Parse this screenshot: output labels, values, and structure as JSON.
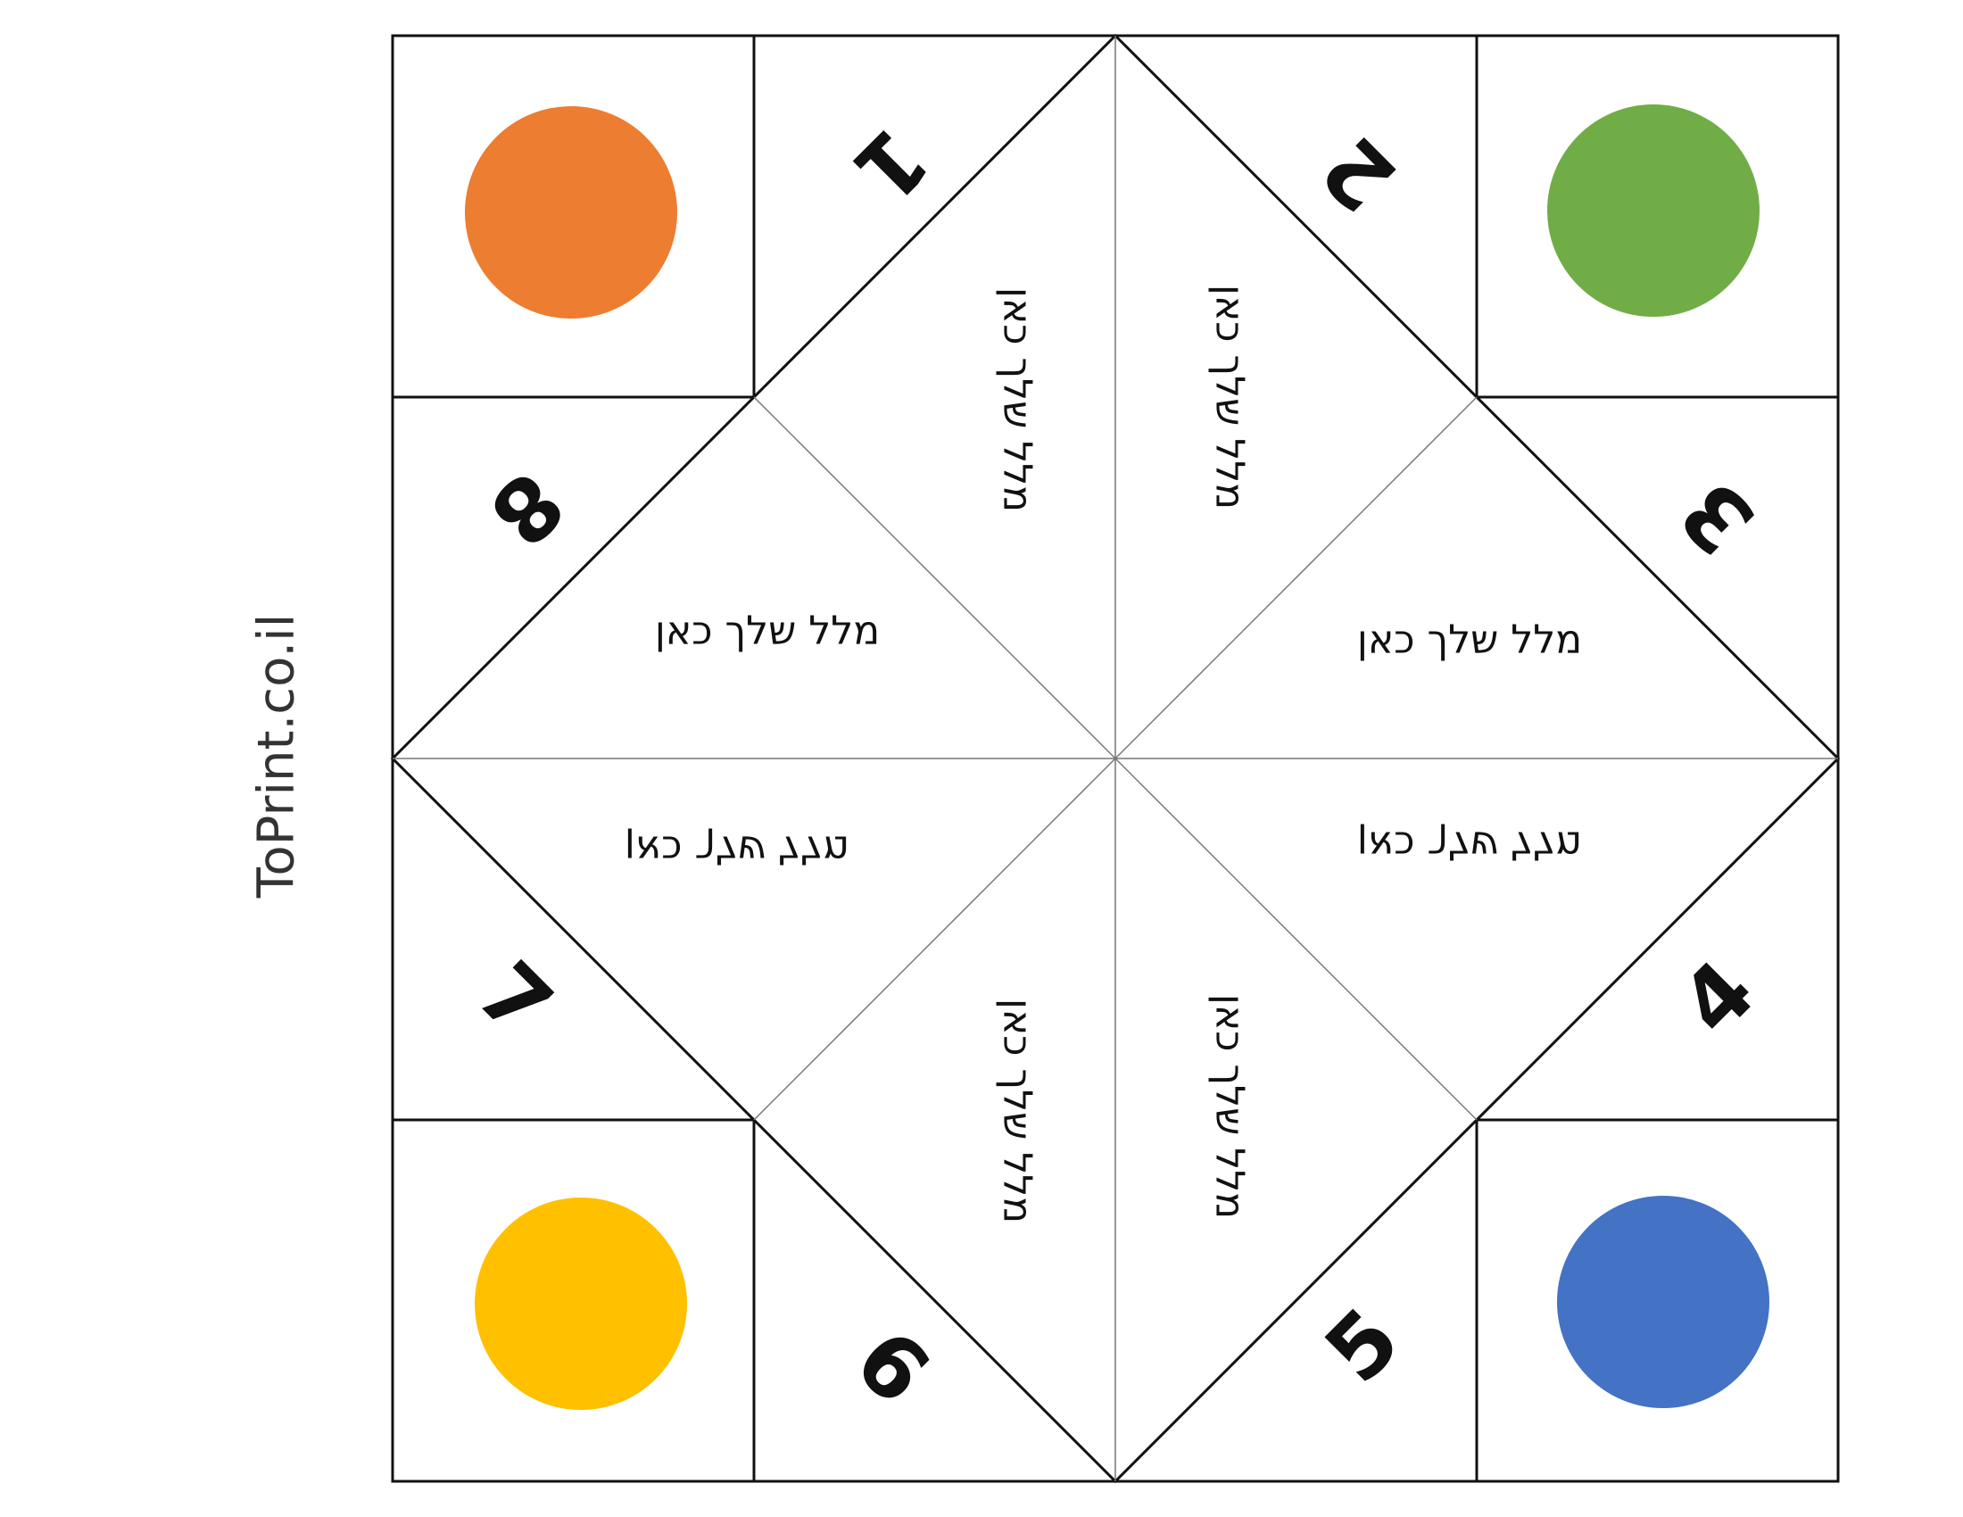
{
  "brand": "ToPrint.co.il",
  "corner_circles": [
    {
      "id": "top-left",
      "color": "#ED7D31"
    },
    {
      "id": "top-right",
      "color": "#70AD47"
    },
    {
      "id": "bottom-left",
      "color": "#FFC000"
    },
    {
      "id": "bottom-right",
      "color": "#4472C4"
    }
  ],
  "flap_numbers": [
    "1",
    "2",
    "3",
    "4",
    "5",
    "6",
    "7",
    "8"
  ],
  "messages": {
    "placeholder": "מלל שלך כאן",
    "count": 8
  },
  "colors": {
    "line": "#111111",
    "inner_line": "#777777",
    "background": "#ffffff"
  }
}
